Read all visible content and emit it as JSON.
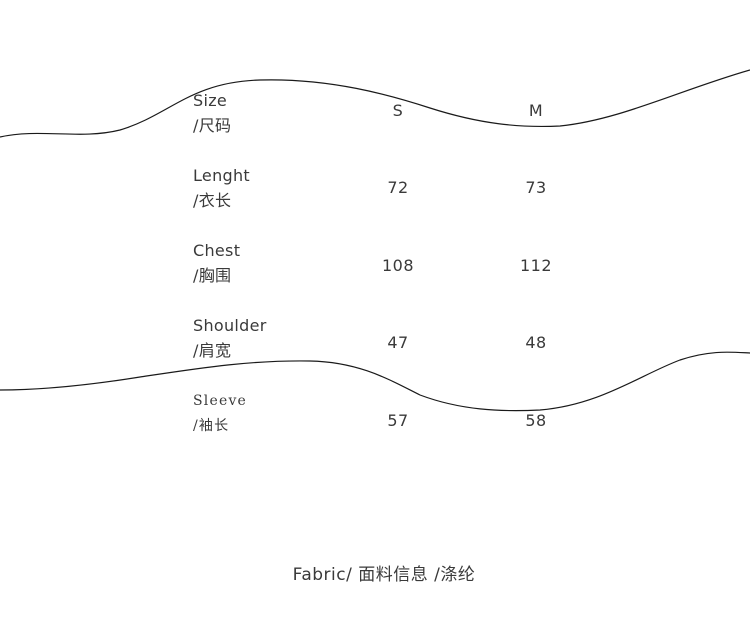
{
  "size_table": {
    "header": {
      "label_en": "Size",
      "label_zh": "/尺码",
      "s": "S",
      "m": "M"
    },
    "rows": [
      {
        "label_en": "Lenght",
        "label_zh": "/衣长",
        "s": "72",
        "m": "73"
      },
      {
        "label_en": "Chest",
        "label_zh": "/胸围",
        "s": "108",
        "m": "112"
      },
      {
        "label_en": "Shoulder",
        "label_zh": "/肩宽",
        "s": "47",
        "m": "48"
      },
      {
        "label_en": "Sleeve",
        "label_zh": "/袖长",
        "s": "57",
        "m": "58"
      }
    ]
  },
  "fabric": {
    "text": "Fabric/ 面料信息 /涤纶"
  }
}
